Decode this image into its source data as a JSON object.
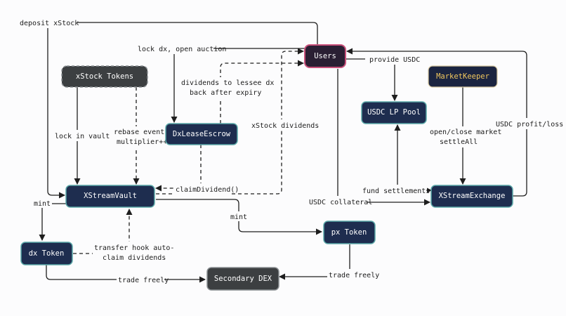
{
  "colors": {
    "node_fill_primary": "#1e2d4f",
    "node_stroke_primary": "#5aa8a8",
    "node_fill_gray": "#3c3f41",
    "node_stroke_gray": "#8a8f92",
    "users_fill": "#2a1f33",
    "users_stroke": "#c8507a",
    "marketkeeper_fill": "#1b2440",
    "marketkeeper_text": "#f0c75e",
    "node_text": "#ffffff",
    "edge": "#1e1e1e",
    "background": "#fcfcfd"
  },
  "nodes": {
    "users": "Users",
    "xstock_tokens": "xStock Tokens",
    "dx_lease_escrow": "DxLeaseEscrow",
    "usdc_lp_pool": "USDC LP Pool",
    "market_keeper": "MarketKeeper",
    "xstream_vault": "XStreamVault",
    "xstream_exchange": "XStreamExchange",
    "px_token": "px Token",
    "dx_token": "dx Token",
    "secondary_dex": "Secondary DEX"
  },
  "edge_labels": {
    "deposit_xstock": "deposit xStock",
    "lock_dx": "lock dx, open auction",
    "dividends_lessee_1": "dividends to lessee dx",
    "dividends_lessee_2": "back after expiry",
    "provide_usdc": "provide USDC",
    "usdc_profit_loss": "USDC profit/loss",
    "lock_in_vault": "lock in vault",
    "rebase_1": "rebase event",
    "rebase_2": "multiplier++",
    "xstock_dividends": "xStock dividends",
    "open_close_1": "open/close market",
    "open_close_2": "settleAll",
    "claim_dividend": "claimDividend()",
    "fund_settlements": "fund settlements",
    "usdc_collateral": "USDC collateral",
    "mint_left": "mint",
    "mint_px": "mint",
    "transfer_hook_1": "transfer hook auto-",
    "transfer_hook_2": "claim dividends",
    "trade_freely_left": "trade freely",
    "trade_freely_right": "trade freely"
  }
}
